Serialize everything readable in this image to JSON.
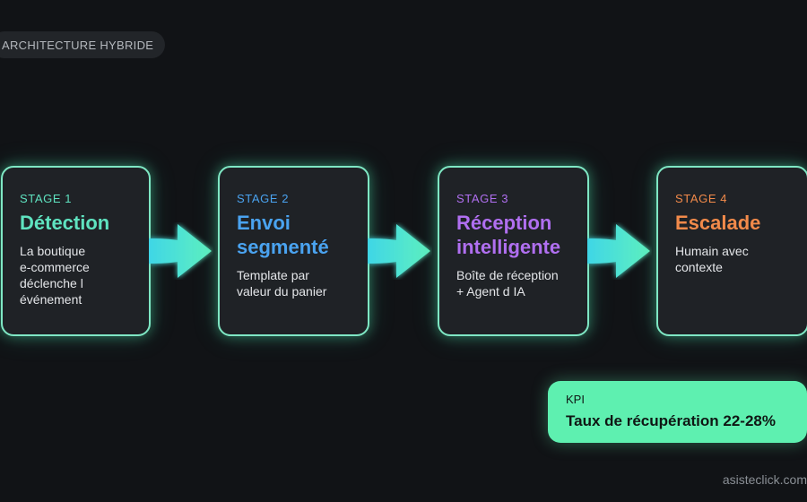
{
  "header": {
    "badge": "ARCHITECTURE HYBRIDE"
  },
  "colors": {
    "stage1": "#5fe3c0",
    "stage2": "#4aa3f0",
    "stage3": "#b06ff0",
    "stage4": "#f28a4a",
    "card_border": "#7fe7c4",
    "kpi_bg": "#5ef0b0"
  },
  "stages": [
    {
      "label": "STAGE 1",
      "title": "Détection",
      "desc": "La boutique\ne-commerce\ndéclenche l\névénement"
    },
    {
      "label": "STAGE 2",
      "title": "Envoi\nsegmenté",
      "desc": "Template par\nvaleur du panier"
    },
    {
      "label": "STAGE 3",
      "title": "Réception\nintelligente",
      "desc": "Boîte de réception\n+ Agent d IA"
    },
    {
      "label": "STAGE 4",
      "title": "Escalade",
      "desc": "Humain avec\ncontexte"
    }
  ],
  "kpi": {
    "label": "KPI",
    "value": "Taux de récupération 22-28%"
  },
  "watermark": "asisteclick.com"
}
